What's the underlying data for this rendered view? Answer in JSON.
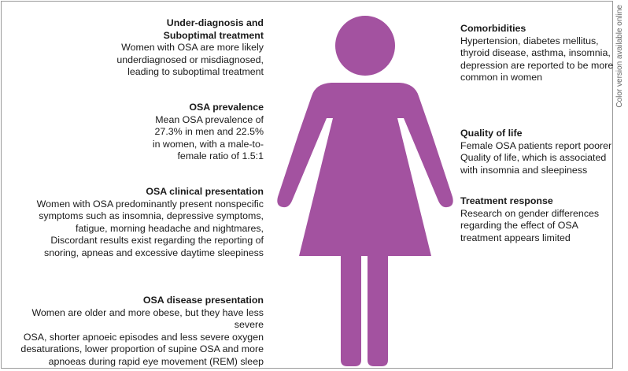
{
  "side_note": "Color version available online",
  "figure": {
    "color": "#a352a0",
    "icon": "woman-figure-icon"
  },
  "left_blocks": [
    {
      "title": [
        "Under-diagnosis and",
        "Suboptimal treatment"
      ],
      "lines": [
        "Women with OSA are more likely",
        "underdiagnosed or misdiagnosed,",
        "leading to suboptimal treatment"
      ]
    },
    {
      "title": [
        "OSA prevalence"
      ],
      "lines": [
        "Mean OSA prevalence of",
        "27.3% in men and 22.5%",
        "in women, with a male-to-",
        "female ratio of 1.5:1"
      ]
    },
    {
      "title": [
        "OSA clinical presentation"
      ],
      "lines": [
        "Women with OSA predominantly present nonspecific",
        "symptoms such as insomnia, depressive symptoms,",
        "fatigue, morning headache and nightmares,",
        "Discordant results exist regarding the reporting of",
        "snoring, apneas and excessive daytime sleepiness"
      ]
    },
    {
      "title": [
        "OSA disease presentation"
      ],
      "lines": [
        "Women are older and more obese, but they have less severe",
        "OSA, shorter apnoeic episodes and less severe oxygen",
        "desaturations, lower proportion of supine OSA and more",
        "apnoeas during rapid eye movement (REM) sleep"
      ]
    }
  ],
  "right_blocks": [
    {
      "title": [
        "Comorbidities"
      ],
      "lines": [
        "Hypertension, diabetes mellitus,",
        "thyroid disease, asthma, insomnia,",
        "depression are reported to be more",
        "common in women"
      ]
    },
    {
      "title": [
        "Quality of life"
      ],
      "lines": [
        "Female OSA patients report poorer",
        "Quality of life, which is associated",
        "with insomnia and sleepiness"
      ]
    },
    {
      "title": [
        "Treatment response"
      ],
      "lines": [
        "Research on gender differences",
        "regarding the effect of OSA",
        "treatment appears limited"
      ]
    }
  ]
}
